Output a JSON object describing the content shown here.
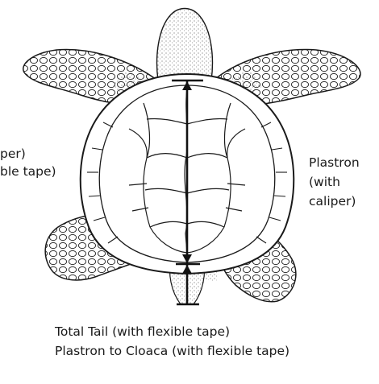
{
  "labels": {
    "left_line1": "per)",
    "left_line2": "ble tape)",
    "right_line1": "Plastron",
    "right_line2": "(with",
    "right_line3": "caliper)",
    "bottom_line1": "Total Tail (with flexible tape)",
    "bottom_line2": "Plastron to Cloaca (with flexible tape)"
  },
  "colors": {
    "ink": "#1a1a1a",
    "stipple": "#8a8a8a",
    "background": "#ffffff"
  }
}
